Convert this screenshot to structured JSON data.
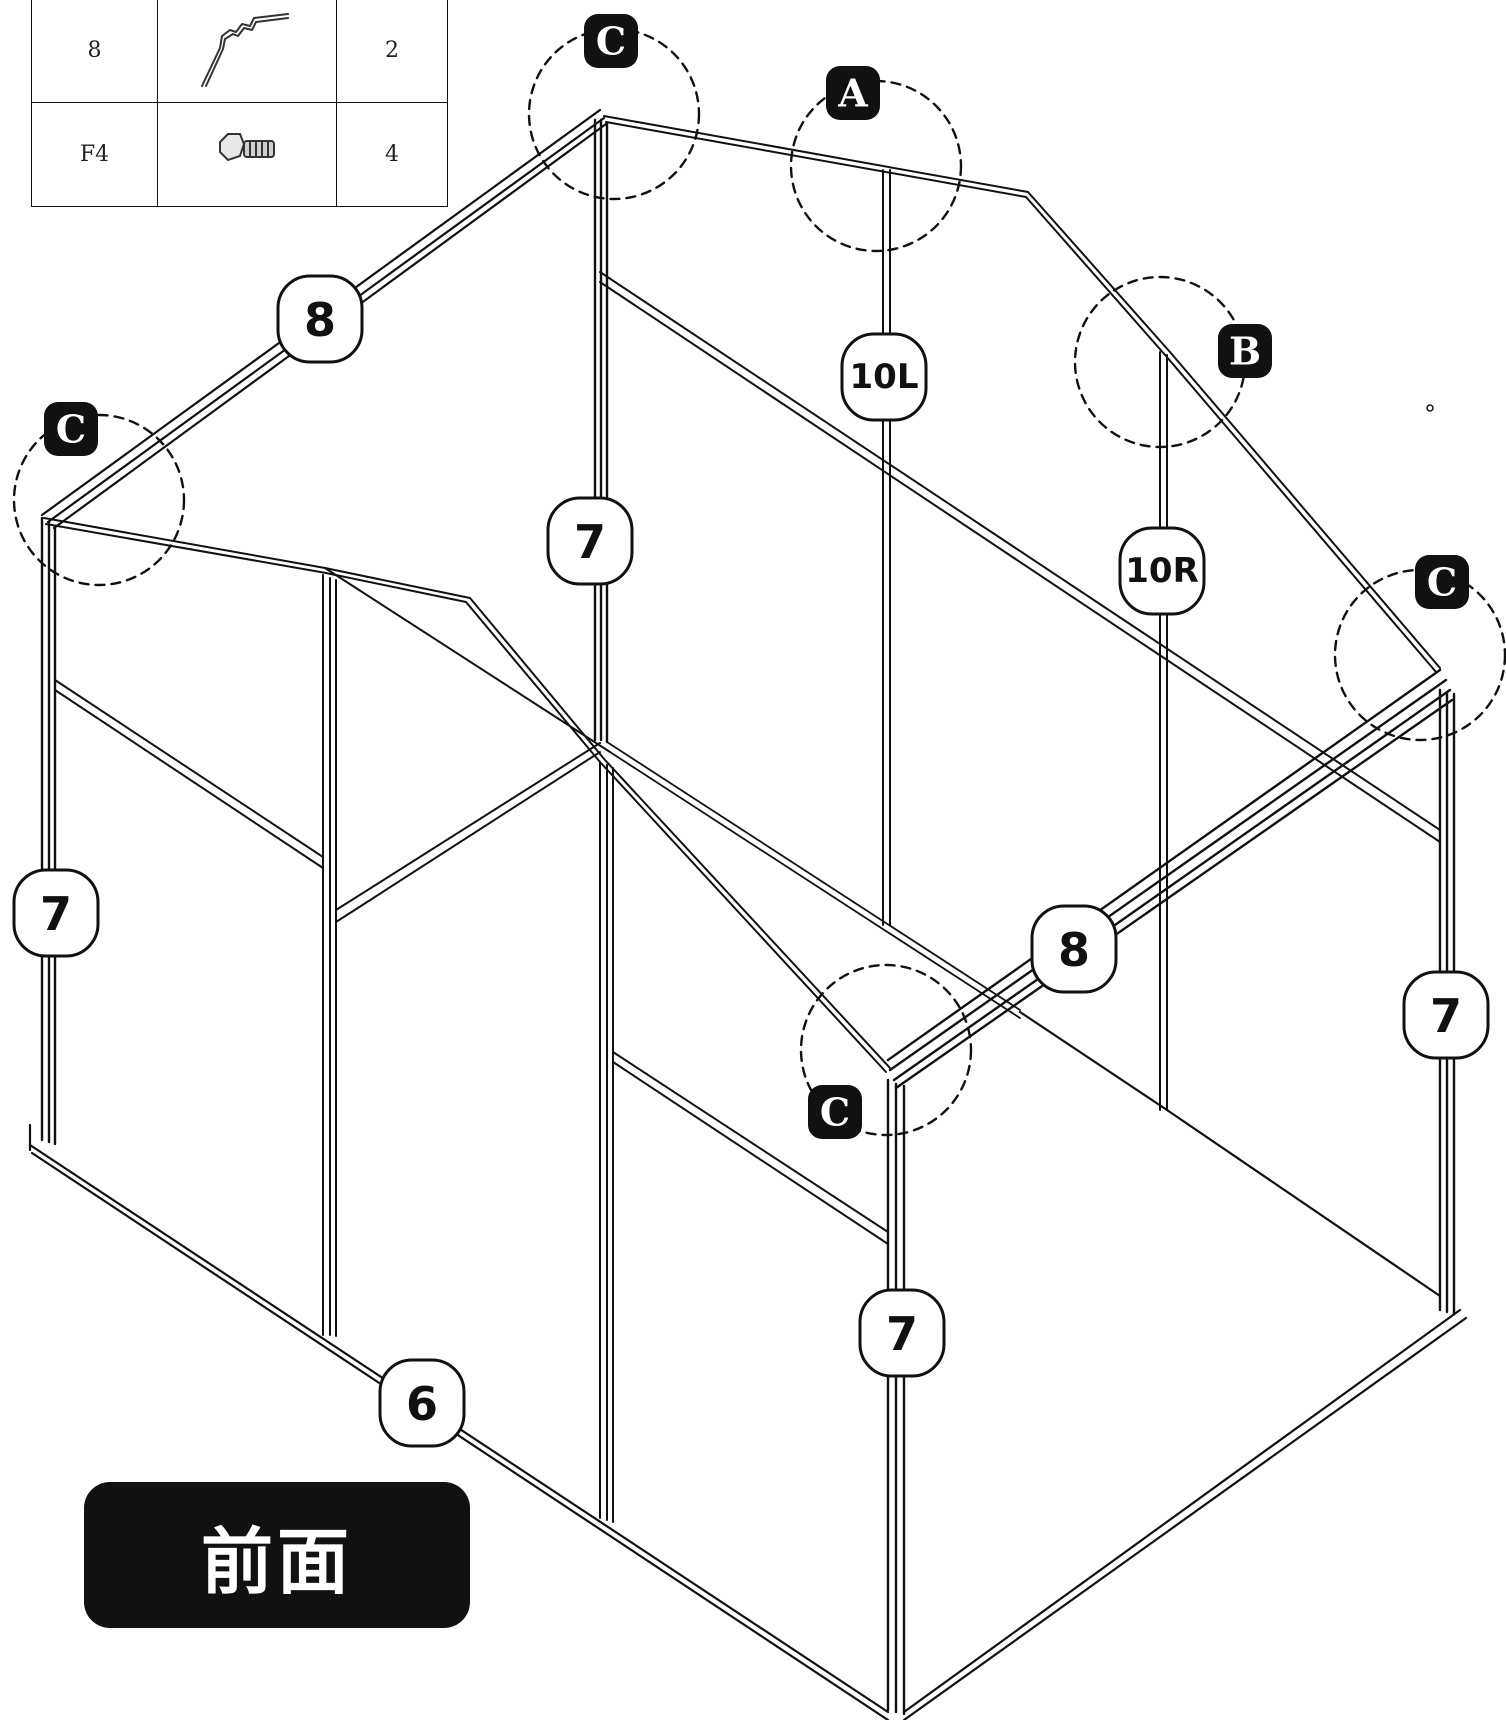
{
  "parts_table": {
    "rows": [
      {
        "part": "8",
        "icon": "ridge-bar-icon",
        "qty": "2"
      },
      {
        "part": "F4",
        "icon": "bolt-icon",
        "qty": "4"
      }
    ]
  },
  "part_labels": {
    "ridge_left": "8",
    "ridge_right": "8",
    "post_back_center": "7",
    "post_left": "7",
    "post_front": "7",
    "post_right": "7",
    "base_front": "6",
    "stud_left": "10L",
    "stud_right": "10R"
  },
  "callouts": {
    "c_top": "C",
    "c_left": "C",
    "c_right": "C",
    "c_bottom": "C",
    "a": "A",
    "b": "B"
  },
  "front_label": "前面",
  "colors": {
    "ink": "#111111",
    "paper": "#ffffff"
  }
}
